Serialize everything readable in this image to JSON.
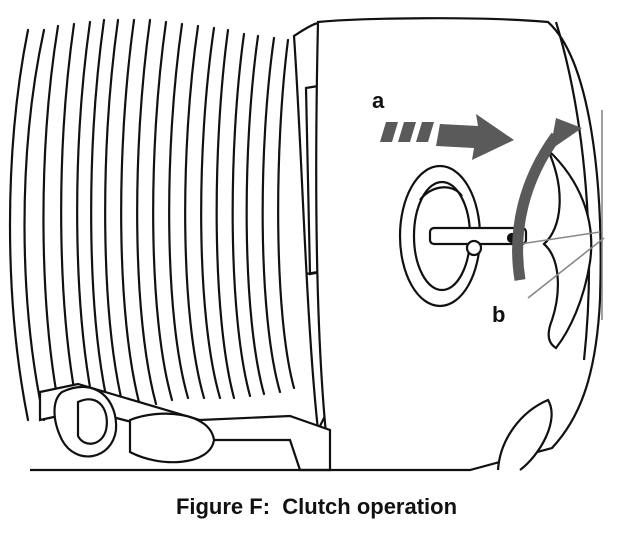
{
  "figure": {
    "caption": "Figure F:  Clutch operation",
    "labels": {
      "a": "a",
      "b": "b"
    },
    "colors": {
      "line": "#111111",
      "arrow_fill": "#5a5a5a",
      "background": "#ffffff"
    },
    "parts": [
      "hose-reel-drum",
      "coiled-hose",
      "reel-frame",
      "clutch-hub",
      "clutch-handle",
      "push-arrow",
      "rotate-arrow"
    ]
  }
}
